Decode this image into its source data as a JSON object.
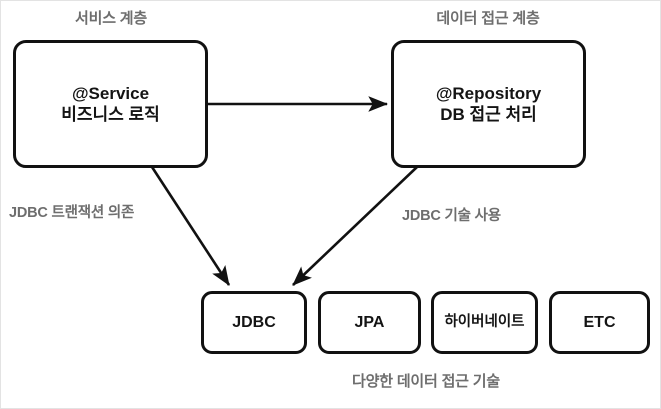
{
  "diagram": {
    "title": "Spring Data Access Layer Diagram",
    "background": "#ffffff",
    "border_color": "#e3e3e3",
    "label_color": "#6e6e6e",
    "node_border_color": "#111111",
    "node_text_color": "#141414",
    "captions": {
      "service_layer": "서비스 계층",
      "data_access_layer": "데이터 접근 계층",
      "bottom": "다양한 데이터 접근 기술"
    },
    "nodes": {
      "service": {
        "line1": "@Service",
        "line2": "비즈니스 로직"
      },
      "repository": {
        "line1": "@Repository",
        "line2": "DB 접근 처리"
      },
      "tech": [
        {
          "label": "JDBC"
        },
        {
          "label": "JPA"
        },
        {
          "label": "하이버네이트"
        },
        {
          "label": "ETC"
        }
      ]
    },
    "edges": {
      "service_to_repository": {
        "label": ""
      },
      "service_to_jdbc": {
        "label": "JDBC 트랜잭션 의존"
      },
      "repository_to_jdbc": {
        "label": "JDBC 기술 사용"
      }
    }
  }
}
